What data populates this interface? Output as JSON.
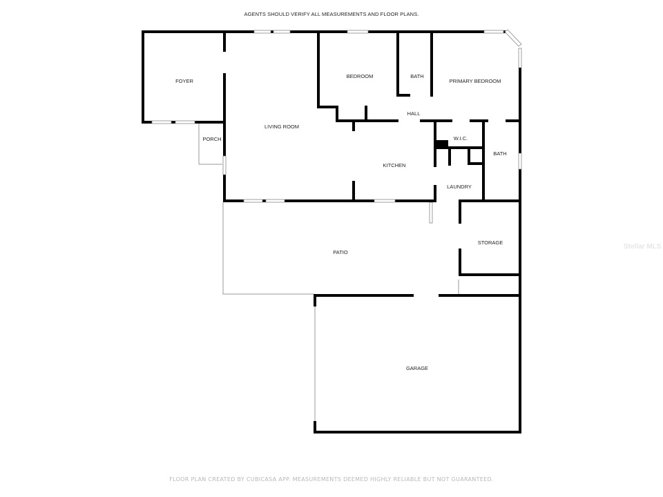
{
  "header": {
    "disclaimer": "AGENTS SHOULD VERIFY ALL MEASUREMENTS AND FLOOR PLANS."
  },
  "footer": {
    "disclaimer": "FLOOR PLAN CREATED BY CUBICASA APP. MEASUREMENTS DEEMED HIGHLY RELIABLE BUT NOT GUARANTEED."
  },
  "watermark": "Stellar MLS",
  "rooms": {
    "foyer": "FOYER",
    "porch": "PORCH",
    "living_room": "LIVING ROOM",
    "bedroom": "BEDROOM",
    "bath_hall": "BATH",
    "hall": "HALL",
    "primary_bedroom": "PRIMARY BEDROOM",
    "wic": "W.I.C.",
    "bath_primary": "BATH",
    "kitchen": "KITCHEN",
    "laundry": "LAUNDRY",
    "storage": "STORAGE",
    "patio": "PATIO",
    "garage": "GARAGE"
  }
}
